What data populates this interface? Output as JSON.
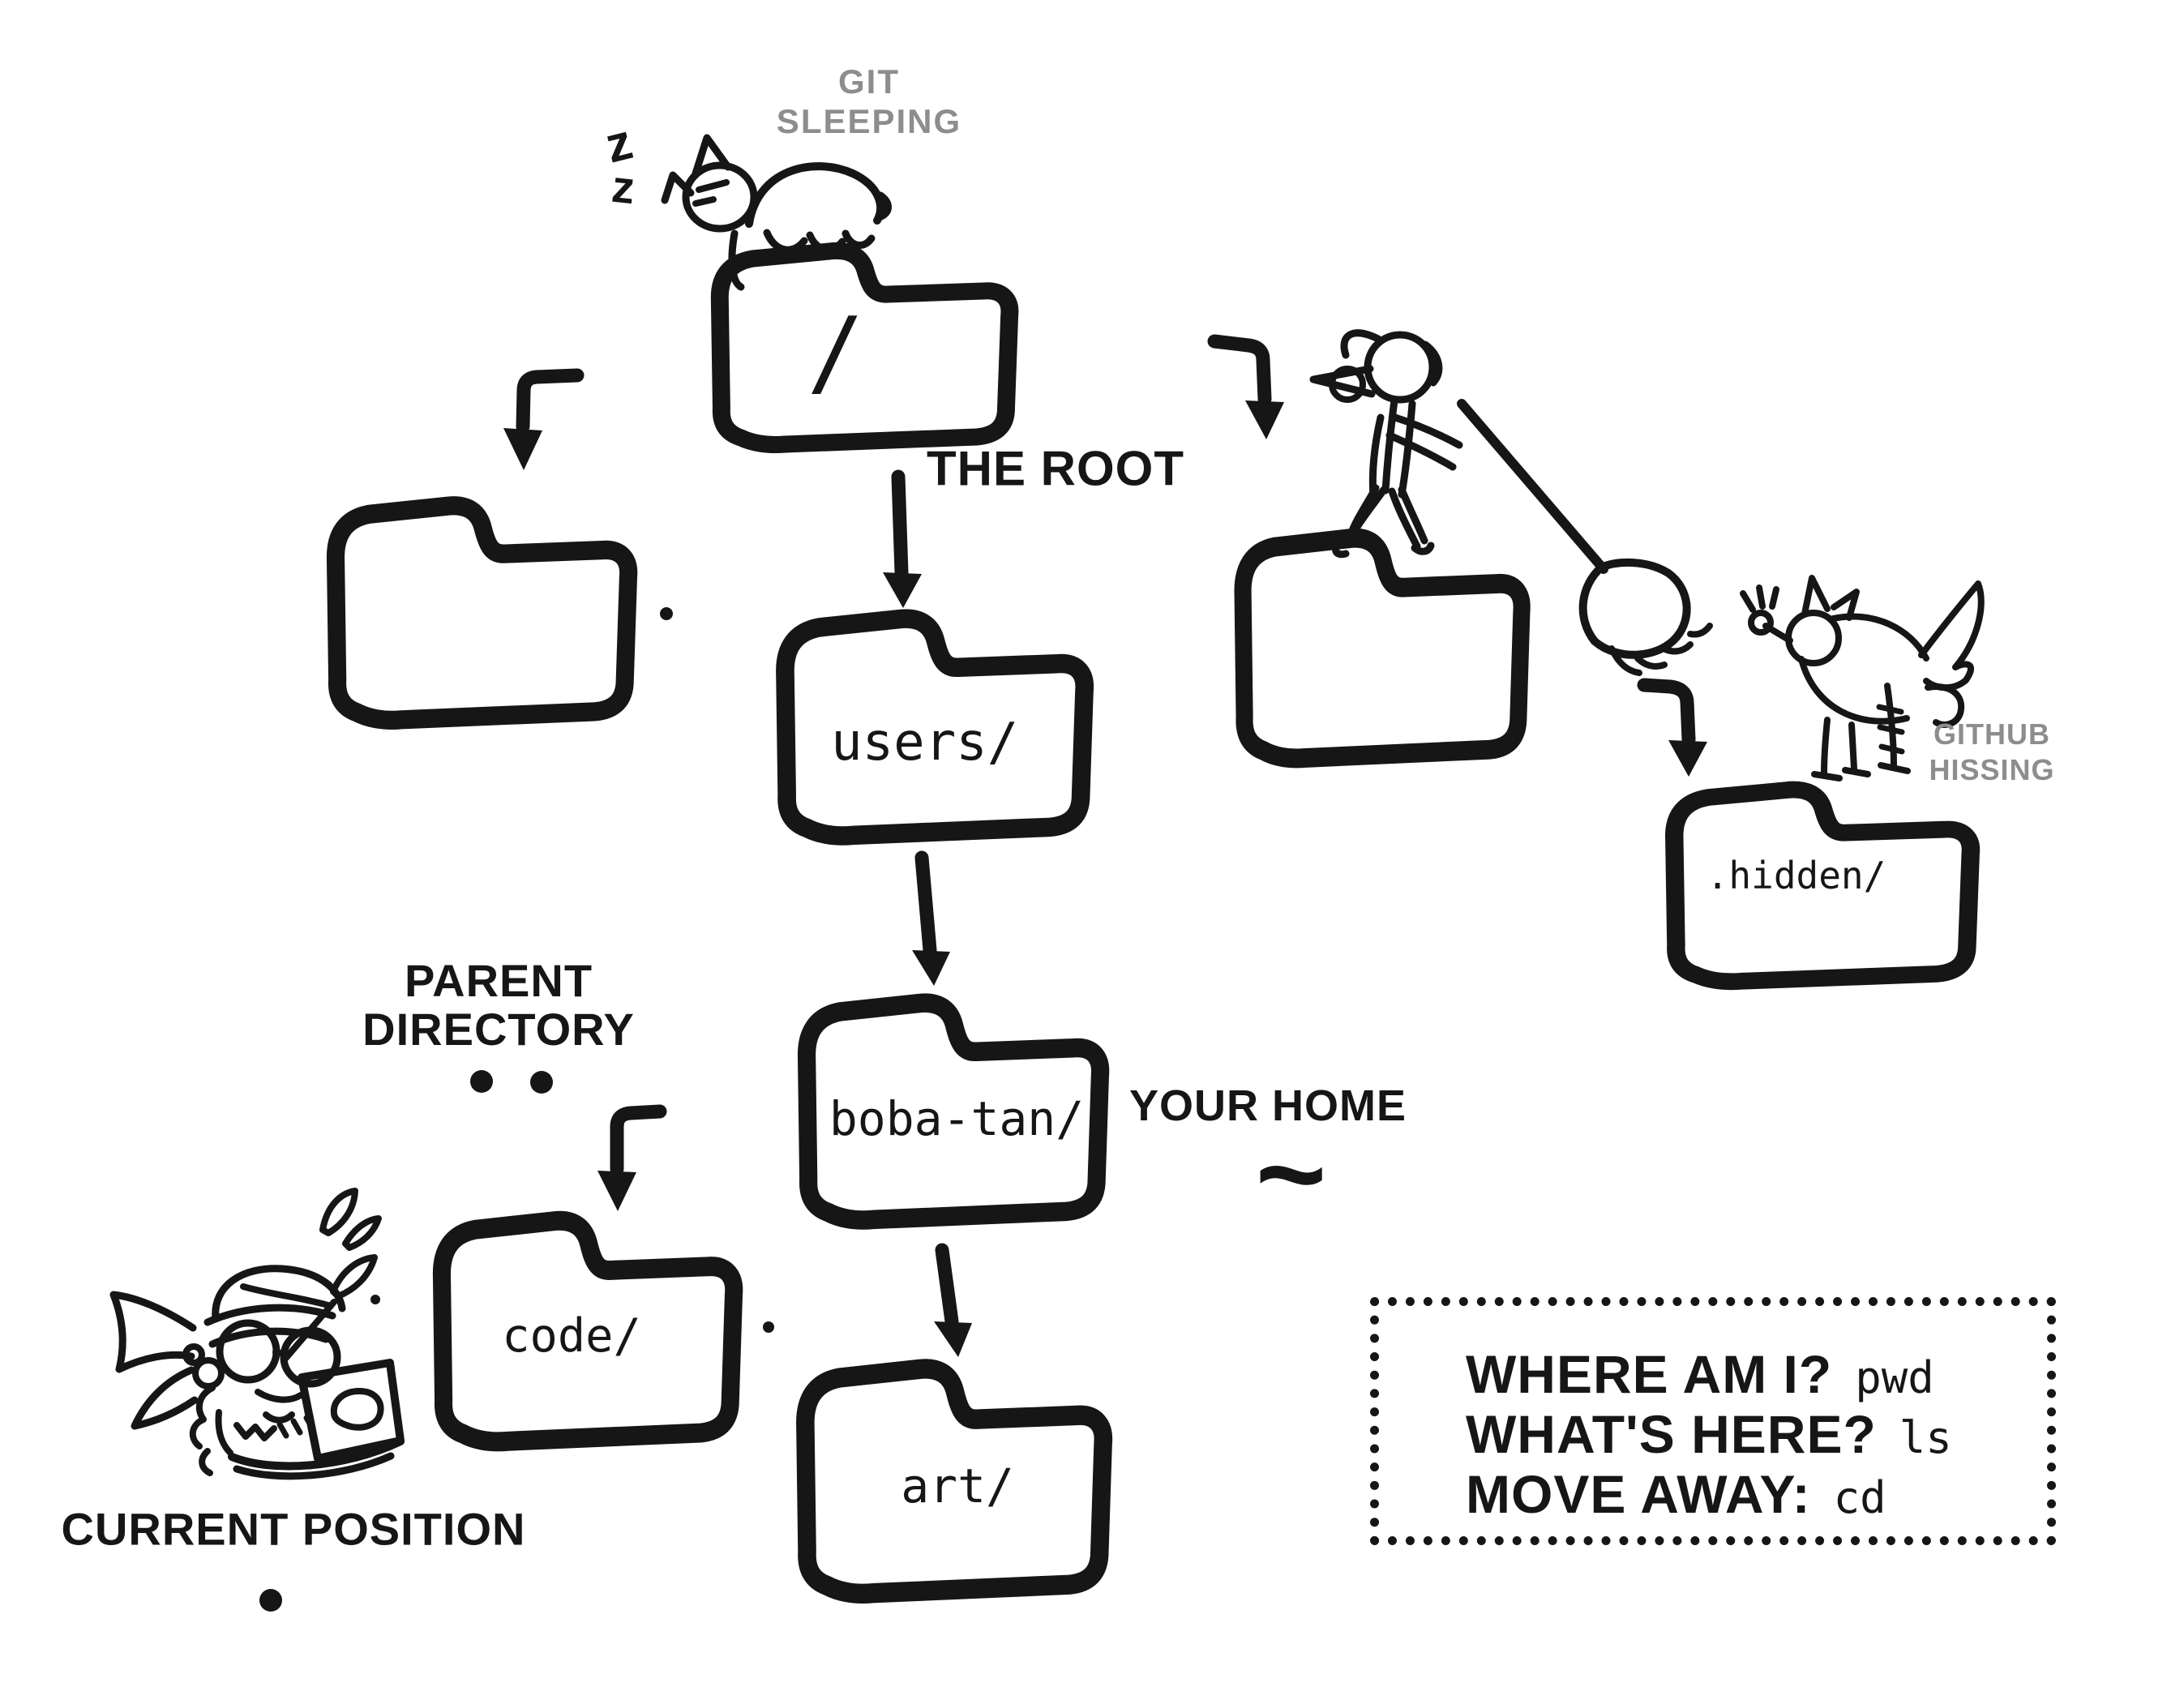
{
  "colors": {
    "ink": "#161616",
    "muted": "#8d8d8d",
    "paper": "#ffffff"
  },
  "tree": {
    "root": {
      "name": "/"
    },
    "left_dir": {
      "name": ""
    },
    "right_dir": {
      "name": ""
    },
    "users": {
      "name": "users/"
    },
    "hidden": {
      "name": ".hidden/"
    },
    "home": {
      "name": "boba-tan/"
    },
    "code": {
      "name": "code/"
    },
    "art": {
      "name": "art/"
    }
  },
  "annotations": {
    "git_sleeping": {
      "line1": "GIT",
      "line2": "SLEEPING"
    },
    "zzz": {
      "z1": "z",
      "z2": "z"
    },
    "the_root": {
      "label": "THE ROOT"
    },
    "github_hissing": {
      "line1": "GITHUB",
      "line2": "HISSING"
    },
    "parent_directory": {
      "line1": "PARENT",
      "line2": "DIRECTORY",
      "symbol": ".."
    },
    "your_home": {
      "label": "YOUR HOME",
      "symbol": "~"
    },
    "current_position": {
      "label": "CURRENT POSITION",
      "symbol": "."
    }
  },
  "legend": {
    "rows": [
      {
        "question": "WHERE AM I?",
        "command": "pwd"
      },
      {
        "question": "WHAT'S HERE?",
        "command": "ls"
      },
      {
        "question": "MOVE AWAY:",
        "command": "cd"
      }
    ]
  }
}
